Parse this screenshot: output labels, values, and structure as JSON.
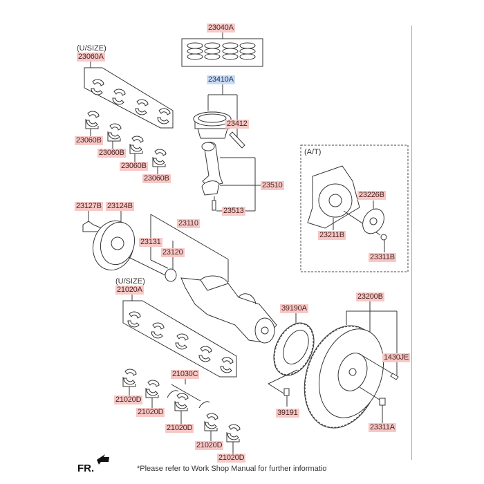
{
  "diagram": {
    "title": "Crankshaft & Piston Parts Diagram",
    "notes": {
      "usize_upper": "(U/SIZE)",
      "usize_lower": "(U/SIZE)",
      "at_group": "(A/T)",
      "front_marker": "FR.",
      "footer": "*Please refer to Work Shop Manual for further informatio"
    },
    "parts": {
      "p23040A": "23040A",
      "p23410A": "23410A",
      "p23412": "23412",
      "p23060A": "23060A",
      "p23060B_1": "23060B",
      "p23060B_2": "23060B",
      "p23060B_3": "23060B",
      "p23060B_4": "23060B",
      "p23510": "23510",
      "p23513": "23513",
      "p23127B": "23127B",
      "p23124B": "23124B",
      "p23110": "23110",
      "p23131": "23131",
      "p23120": "23120",
      "p23226B": "23226B",
      "p23211B": "23211B",
      "p23311B": "23311B",
      "p21020A": "21020A",
      "p39190A": "39190A",
      "p23200B": "23200B",
      "p1430JE": "1430JE",
      "p21030C": "21030C",
      "p21020D_1": "21020D",
      "p21020D_2": "21020D",
      "p21020D_3": "21020D",
      "p21020D_4": "21020D",
      "p21020D_5": "21020D",
      "p39191": "39191",
      "p23311A": "23311A"
    },
    "selected_part": "23410A",
    "colors": {
      "label_bg": "#f6c9c6",
      "selected_bg": "#c9dcf6",
      "line": "#333333"
    }
  }
}
